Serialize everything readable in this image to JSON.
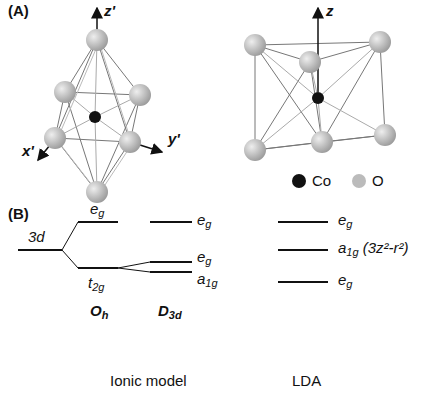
{
  "diagram": {
    "labels": [
      "(A)",
      "z'",
      "x'",
      "y'",
      "z",
      "(B)",
      "3d",
      "eg",
      "t2g",
      "eg",
      "eg",
      "a1g",
      "Oh",
      "D3d",
      "eg",
      "a1g (3z²-r²)",
      "eg",
      "Ionic model",
      "LDA"
    ],
    "legend": [
      {
        "text": "Co",
        "color": "#111111"
      },
      {
        "text": "O",
        "color": "#bbbbbb"
      }
    ]
  }
}
